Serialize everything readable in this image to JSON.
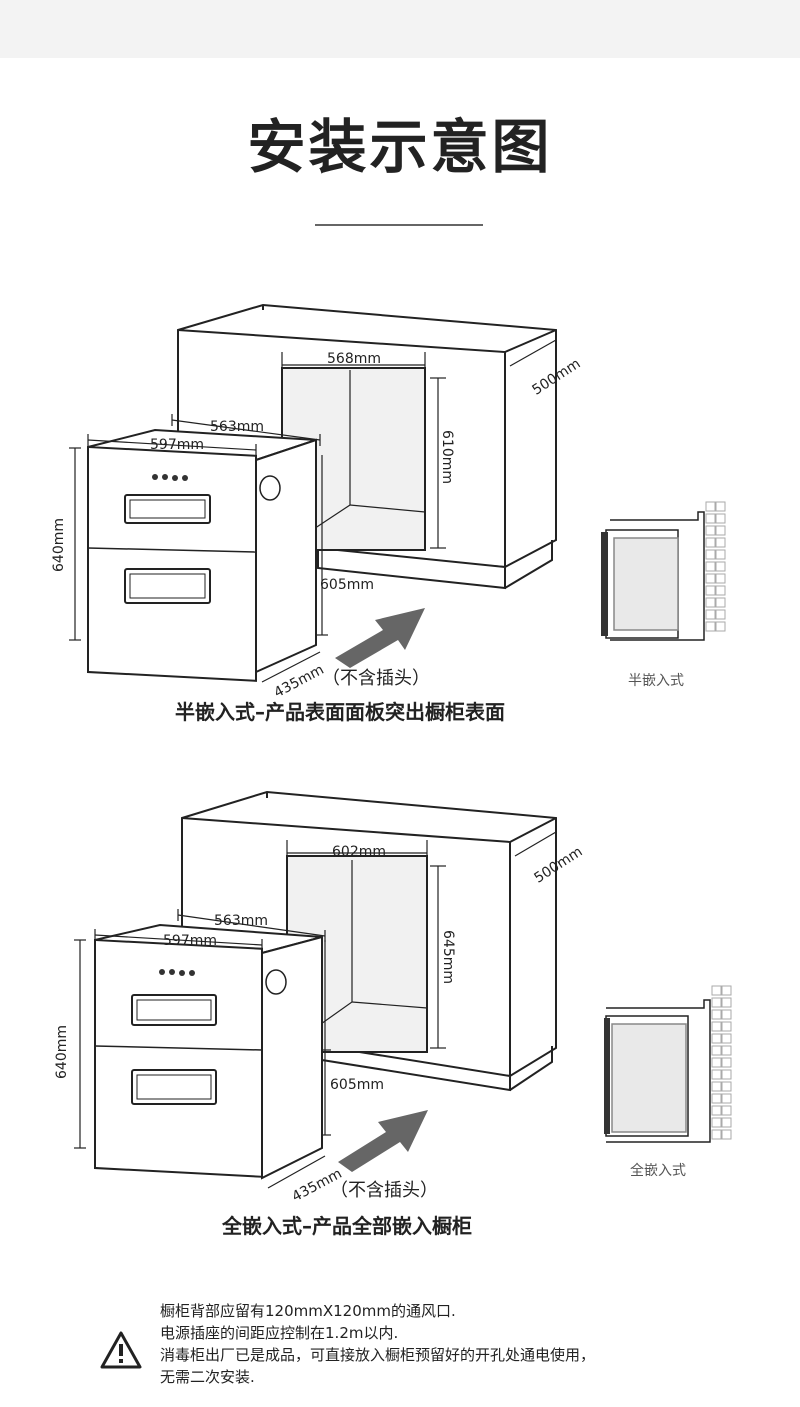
{
  "page": {
    "title": "安装示意图"
  },
  "semi": {
    "opening_width": "568mm",
    "opening_height": "610mm",
    "cabinet_depth": "500mm",
    "unit_depth_top": "563mm",
    "unit_width": "597mm",
    "unit_height": "640mm",
    "unit_depth_side": "435mm",
    "cabinet_inner_depth": "605mm",
    "plug_note": "（不含插头）",
    "caption": "半嵌入式–产品表面面板突出橱柜表面",
    "mini_caption": "半嵌入式"
  },
  "full": {
    "opening_width": "602mm",
    "opening_height": "645mm",
    "cabinet_depth": "500mm",
    "unit_depth_top": "563mm",
    "unit_width": "597mm",
    "unit_height": "640mm",
    "unit_depth_side": "435mm",
    "cabinet_inner_depth": "605mm",
    "plug_note": "（不含插头）",
    "caption": "全嵌入式–产品全部嵌入橱柜",
    "mini_caption": "全嵌入式"
  },
  "notes": {
    "icon": "warning-triangle-icon",
    "lines": [
      "橱柜背部应留有120mmX120mm的通风口.",
      "电源插座的间距应控制在1.2m以内.",
      "消毒柜出厂已是成品，可直接放入橱柜预留好的开孔处通电使用，",
      "无需二次安装."
    ]
  }
}
